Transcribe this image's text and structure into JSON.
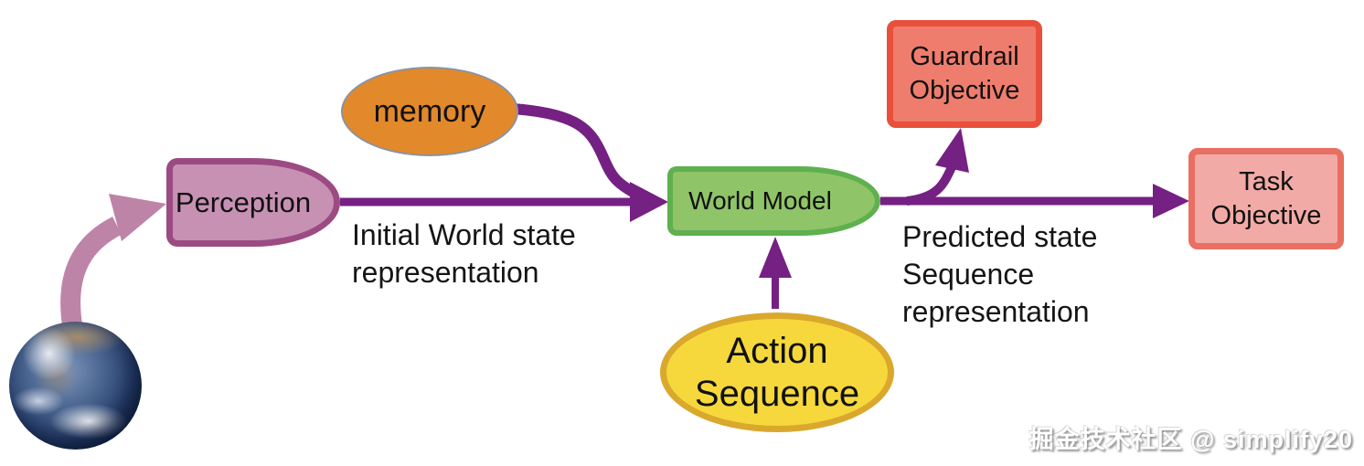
{
  "nodes": {
    "perception": {
      "label": "Perception"
    },
    "memory": {
      "label": "memory"
    },
    "world_model": {
      "label": "World Model"
    },
    "action_sequence": {
      "lines": [
        "Action",
        "Sequence"
      ]
    },
    "guardrail_objective": {
      "lines": [
        "Guardrail",
        "Objective"
      ]
    },
    "task_objective": {
      "lines": [
        "Task",
        "Objective"
      ]
    }
  },
  "edge_labels": {
    "initial_state": {
      "lines": [
        "Initial World state",
        "representation"
      ]
    },
    "predicted_state": {
      "lines": [
        "Predicted state",
        "Sequence",
        "representation"
      ]
    }
  },
  "edges": [
    {
      "from": "earth",
      "to": "perception"
    },
    {
      "from": "perception",
      "to": "world_model",
      "label": "Initial World state representation"
    },
    {
      "from": "memory",
      "to": "world_model"
    },
    {
      "from": "action_sequence",
      "to": "world_model"
    },
    {
      "from": "world_model",
      "to": "guardrail_objective"
    },
    {
      "from": "world_model",
      "to": "task_objective",
      "label": "Predicted state Sequence representation"
    }
  ],
  "watermark": "掘金技术社区 @ simplify20",
  "colors": {
    "arrow_purple": "#752083",
    "earth_arrow": "#bd84a8",
    "perception_fill": "#c791b4",
    "perception_border": "#9c4b82",
    "memory_fill": "#e2892b",
    "memory_border": "#8a93a4",
    "world_model_fill": "#8fc468",
    "world_model_border": "#5fb04f",
    "action_fill": "#f6d83c",
    "action_border": "#d9a82c",
    "guardrail_fill": "#ef7d6d",
    "guardrail_border": "#e8503c",
    "task_fill": "#f2aaa6",
    "task_border": "#e96f62",
    "text": "#111111"
  }
}
